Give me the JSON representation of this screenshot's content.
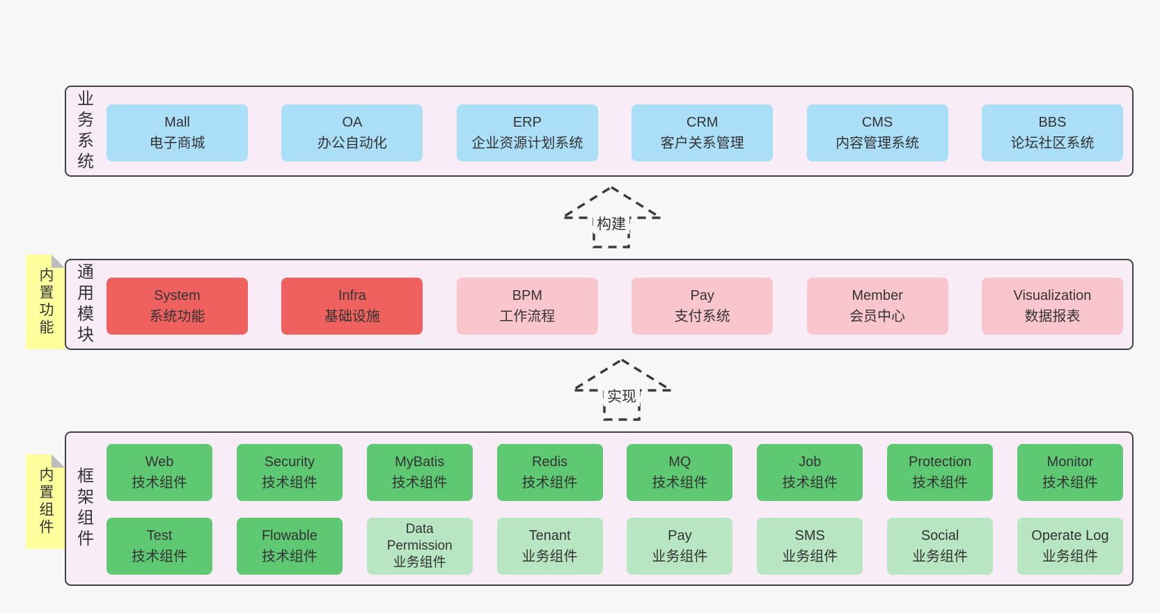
{
  "bands": {
    "business": {
      "label": "业务系统",
      "boxes": [
        {
          "en": "Mall",
          "zh": "电子商城"
        },
        {
          "en": "OA",
          "zh": "办公自动化"
        },
        {
          "en": "ERP",
          "zh": "企业资源计划系统"
        },
        {
          "en": "CRM",
          "zh": "客户关系管理"
        },
        {
          "en": "CMS",
          "zh": "内容管理系统"
        },
        {
          "en": "BBS",
          "zh": "论坛社区系统"
        }
      ]
    },
    "modules": {
      "label": "通用模块",
      "sticky": "内置功能",
      "boxes": [
        {
          "en": "System",
          "zh": "系统功能"
        },
        {
          "en": "Infra",
          "zh": "基础设施"
        },
        {
          "en": "BPM",
          "zh": "工作流程"
        },
        {
          "en": "Pay",
          "zh": "支付系统"
        },
        {
          "en": "Member",
          "zh": "会员中心"
        },
        {
          "en": "Visualization",
          "zh": "数据报表"
        }
      ]
    },
    "components": {
      "label": "框架组件",
      "sticky": "内置组件",
      "row1": [
        {
          "en": "Web",
          "zh": "技术组件"
        },
        {
          "en": "Security",
          "zh": "技术组件"
        },
        {
          "en": "MyBatis",
          "zh": "技术组件"
        },
        {
          "en": "Redis",
          "zh": "技术组件"
        },
        {
          "en": "MQ",
          "zh": "技术组件"
        },
        {
          "en": "Job",
          "zh": "技术组件"
        },
        {
          "en": "Protection",
          "zh": "技术组件"
        },
        {
          "en": "Monitor",
          "zh": "技术组件"
        }
      ],
      "row2": [
        {
          "en": "Test",
          "zh": "技术组件"
        },
        {
          "en": "Flowable",
          "zh": "技术组件"
        },
        {
          "en": "Data Permission",
          "zh": "业务组件"
        },
        {
          "en": "Tenant",
          "zh": "业务组件"
        },
        {
          "en": "Pay",
          "zh": "业务组件"
        },
        {
          "en": "SMS",
          "zh": "业务组件"
        },
        {
          "en": "Social",
          "zh": "业务组件"
        },
        {
          "en": "Operate Log",
          "zh": "业务组件"
        }
      ]
    }
  },
  "arrows": {
    "build": "构建",
    "implement": "实现"
  },
  "colors": {
    "page_bg": "#f7f7f7",
    "band_bg": "#f8edf6",
    "band_border": "#404040",
    "blue": "#abdff8",
    "red": "#ef615f",
    "pink": "#fac6ce",
    "green": "#5ec873",
    "light_green": "#b9e6c2",
    "sticky_yellow": "#feff9d",
    "arrow_stroke": "#3a3a3a",
    "text": "#333333"
  }
}
